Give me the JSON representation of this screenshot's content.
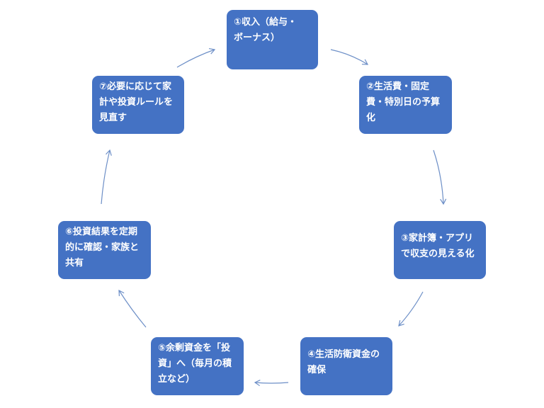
{
  "diagram": {
    "type": "cycle",
    "colors": {
      "node_fill": "#4472c4",
      "node_text": "#ffffff",
      "arrow": "#6d8fc7"
    },
    "steps": [
      {
        "label": "①収入（給与・\nボーナス）"
      },
      {
        "label": "②生活費・固定\n費・特別日の予算\n化"
      },
      {
        "label": "③家計簿・アプリ\nで収支の見える化"
      },
      {
        "label": "④生活防衛資金の\n確保"
      },
      {
        "label": "⑤余剰資金を「投\n資」へ（毎月の積\n立など）"
      },
      {
        "label": "⑥投資結果を定期\n的に確認・家族と\n共有"
      },
      {
        "label": "⑦必要に応じて家\n計や投資ルールを\n見直す"
      }
    ]
  }
}
